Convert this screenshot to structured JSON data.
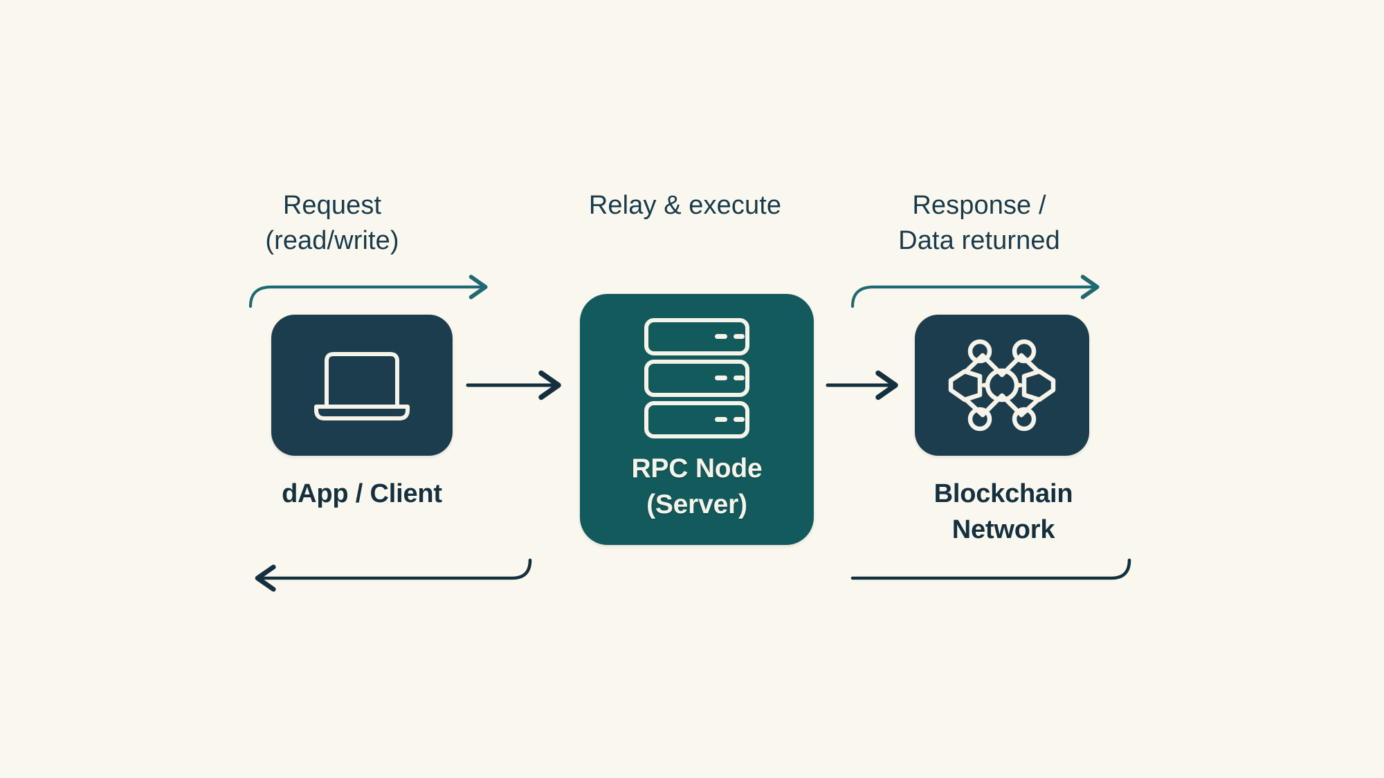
{
  "diagram": {
    "title_present": false,
    "background_color": "#faf7ee",
    "colors": {
      "page_background": "#faf7ee",
      "dark_node": "#1c3d4d",
      "accent_node": "#125a5c",
      "text_dark": "#14303f",
      "text_light": "#f6f3e9",
      "arrow_dark": "#14303f",
      "arrow_teal": "#1f6a72"
    },
    "stage_labels": [
      {
        "id": "request",
        "text": "Request\n(read/write)"
      },
      {
        "id": "relay",
        "text": "Relay & execute"
      },
      {
        "id": "response",
        "text": "Response /\nData returned"
      }
    ],
    "nodes": [
      {
        "id": "dapp",
        "caption": "dApp / Client",
        "icon": "laptop-icon",
        "box_color": "#1c3d4d",
        "caption_inside": false
      },
      {
        "id": "rpc",
        "caption": "RPC Node\n(Server)",
        "icon": "server-rack-icon",
        "box_color": "#125a5c",
        "caption_inside": true
      },
      {
        "id": "blockchain",
        "caption": "Blockchain\nNetwork",
        "icon": "blockchain-network-icon",
        "box_color": "#1c3d4d",
        "caption_inside": false
      }
    ],
    "connectors": [
      {
        "id": "dapp-to-rpc",
        "direction": "right",
        "style": "straight",
        "color": "#14303f"
      },
      {
        "id": "rpc-to-blockchain",
        "direction": "right",
        "style": "straight",
        "color": "#14303f"
      },
      {
        "id": "request-curve",
        "direction": "right",
        "style": "curved-top",
        "color": "#1f6a72"
      },
      {
        "id": "response-curve",
        "direction": "right",
        "style": "curved-top",
        "color": "#1f6a72"
      },
      {
        "id": "return-to-dapp",
        "direction": "left",
        "style": "curved-bottom",
        "color": "#14303f"
      },
      {
        "id": "blockchain-return-tail",
        "direction": "none",
        "style": "curved-bottom",
        "color": "#14303f"
      }
    ]
  }
}
